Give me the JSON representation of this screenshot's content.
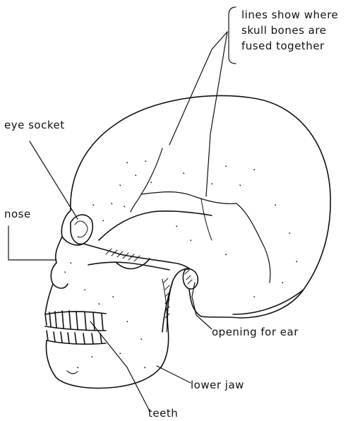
{
  "labels": {
    "sutures": [
      "lines show where",
      "skull bones are",
      "fused together"
    ],
    "eye_socket": "eye socket",
    "nose": "nose",
    "ear_opening": "opening for ear",
    "lower_jaw": "lower jaw",
    "teeth": "teeth"
  },
  "colors": {
    "ink": "#111111",
    "paper": "#ffffff"
  }
}
